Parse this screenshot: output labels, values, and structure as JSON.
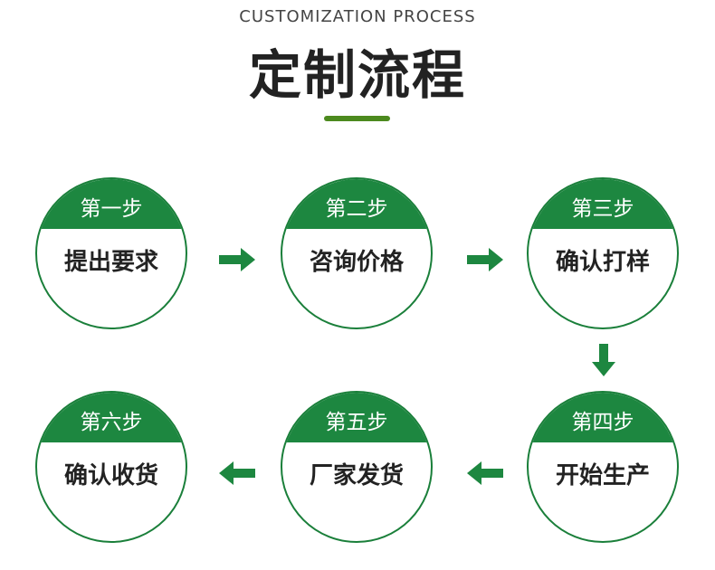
{
  "header": {
    "subtitle": "CUSTOMIZATION PROCESS",
    "title": "定制流程"
  },
  "colors": {
    "accent_green": "#1d8740",
    "divider_green": "#4c8a1e",
    "text_dark": "#222222"
  },
  "steps": [
    {
      "caption": "第一步",
      "label": "提出要求"
    },
    {
      "caption": "第二步",
      "label": "咨询价格"
    },
    {
      "caption": "第三步",
      "label": "确认打样"
    },
    {
      "caption": "第四步",
      "label": "开始生产"
    },
    {
      "caption": "第五步",
      "label": "厂家发货"
    },
    {
      "caption": "第六步",
      "label": "确认收货"
    }
  ],
  "arrows": [
    {
      "from": 1,
      "to": 2,
      "direction": "right"
    },
    {
      "from": 2,
      "to": 3,
      "direction": "right"
    },
    {
      "from": 3,
      "to": 4,
      "direction": "down"
    },
    {
      "from": 4,
      "to": 5,
      "direction": "left"
    },
    {
      "from": 5,
      "to": 6,
      "direction": "left"
    }
  ]
}
